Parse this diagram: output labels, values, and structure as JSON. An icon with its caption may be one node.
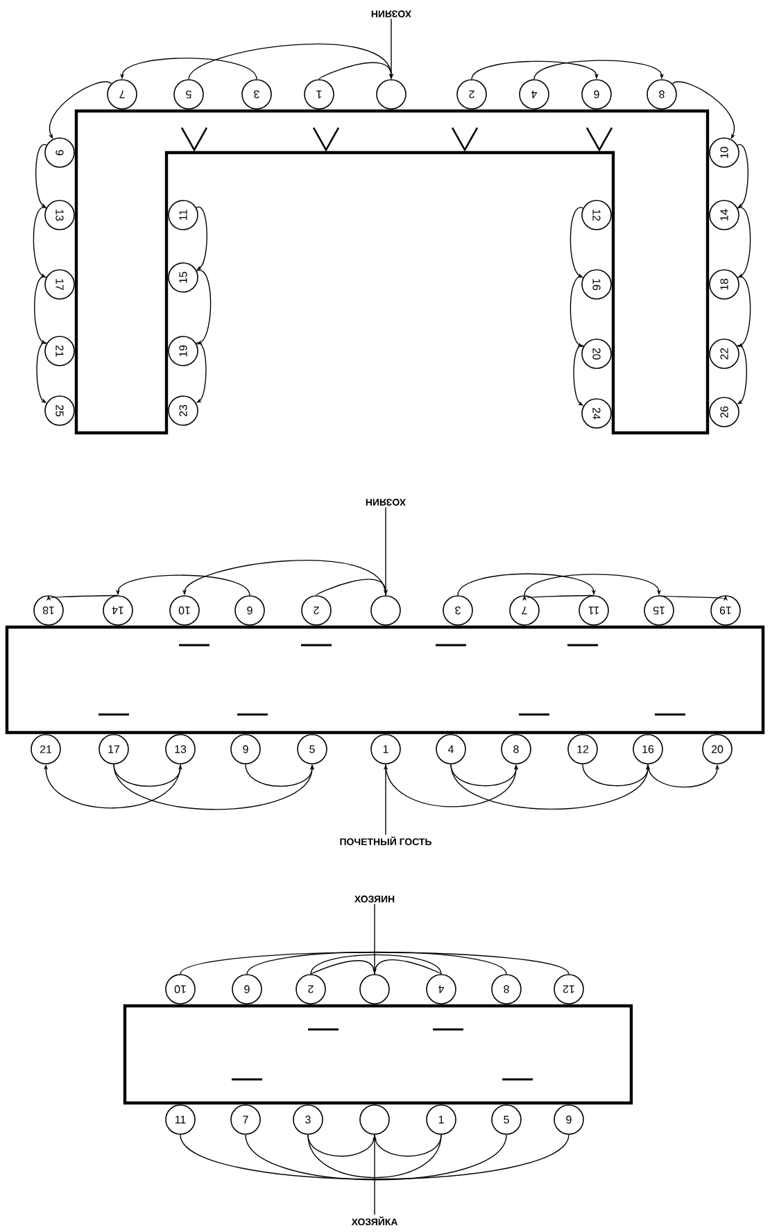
{
  "diagram": {
    "nodes": [
      {
        "text": [
          "ХОЗЯИН"
        ]
      },
      {
        "text": [
          "7"
        ]
      },
      {
        "text": [
          "5"
        ]
      },
      {
        "text": [
          "3"
        ]
      },
      {
        "text": [
          "1"
        ]
      },
      {
        "text": [],
        "shape": "circle"
      },
      {
        "text": [
          "2"
        ]
      },
      {
        "text": [
          "4"
        ]
      },
      {
        "text": [
          "6"
        ]
      },
      {
        "text": [
          "8"
        ]
      },
      {
        "text": [
          "9"
        ]
      },
      {
        "text": [
          "13"
        ]
      },
      {
        "text": [
          "17"
        ]
      },
      {
        "text": [
          "21"
        ]
      },
      {
        "text": [
          "25"
        ]
      },
      {
        "text": [
          "11"
        ]
      },
      {
        "text": [
          "15"
        ]
      },
      {
        "text": [
          "19"
        ]
      },
      {
        "text": [
          "23"
        ]
      },
      {
        "text": [
          "12"
        ]
      },
      {
        "text": [
          "16"
        ]
      },
      {
        "text": [
          "20"
        ]
      },
      {
        "text": [
          "24"
        ]
      },
      {
        "text": [
          "10"
        ]
      },
      {
        "text": [
          "14"
        ]
      },
      {
        "text": [
          "18"
        ]
      },
      {
        "text": [
          "22"
        ]
      },
      {
        "text": [
          "26"
        ]
      },
      {
        "text": [
          "ХОЗЯИН"
        ]
      },
      {
        "text": [
          "18"
        ]
      },
      {
        "text": [
          "14"
        ]
      },
      {
        "text": [
          "10"
        ]
      },
      {
        "text": [
          "6"
        ]
      },
      {
        "text": [
          "2"
        ]
      },
      {
        "text": [],
        "shape": "circle"
      },
      {
        "text": [
          "3"
        ]
      },
      {
        "text": [
          "7"
        ]
      },
      {
        "text": [
          "11"
        ]
      },
      {
        "text": [
          "15"
        ]
      },
      {
        "text": [
          "19"
        ]
      },
      {
        "text": [
          "21"
        ]
      },
      {
        "text": [
          "17"
        ]
      },
      {
        "text": [
          "13"
        ]
      },
      {
        "text": [
          "9"
        ]
      },
      {
        "text": [
          "5"
        ]
      },
      {
        "text": [
          "1"
        ]
      },
      {
        "text": [
          "4"
        ]
      },
      {
        "text": [
          "8"
        ]
      },
      {
        "text": [
          "12"
        ]
      },
      {
        "text": [
          "16"
        ]
      },
      {
        "text": [
          "20"
        ]
      },
      {
        "text": [
          "ПОЧЕТНЫЙ ГОСТЬ"
        ]
      },
      {
        "text": [
          "ХОЗЯИН"
        ]
      },
      {
        "text": [
          "10"
        ]
      },
      {
        "text": [
          "6"
        ]
      },
      {
        "text": [
          "2"
        ]
      },
      {
        "text": [],
        "shape": "circle"
      },
      {
        "text": [
          "4"
        ]
      },
      {
        "text": [
          "8"
        ]
      },
      {
        "text": [
          "12"
        ]
      },
      {
        "text": [
          "11"
        ]
      },
      {
        "text": [
          "7"
        ]
      },
      {
        "text": [
          "3"
        ]
      },
      {
        "text": [],
        "shape": "circle"
      },
      {
        "text": [
          "1"
        ]
      },
      {
        "text": [
          "5"
        ]
      },
      {
        "text": [
          "9"
        ]
      },
      {
        "text": [
          "ХОЗЯЙКА"
        ]
      }
    ],
    "edges": [
      {
        "from": 0,
        "to": 5,
        "arrow": "to"
      },
      {
        "from": 3,
        "to": 1,
        "arrow": "to"
      },
      {
        "from": 2,
        "to": 5,
        "arrow": "to"
      },
      {
        "from": 4,
        "to": 5,
        "arrow": "to"
      },
      {
        "from": 6,
        "to": 8,
        "arrow": "to"
      },
      {
        "from": 7,
        "to": 9,
        "arrow": "to"
      },
      {
        "from": 9,
        "to": 23,
        "arrow": "to"
      },
      {
        "from": 1,
        "to": 10,
        "arrow": "to"
      },
      {
        "from": 10,
        "to": 11,
        "arrow": "to"
      },
      {
        "from": 11,
        "to": 12,
        "arrow": "to"
      },
      {
        "from": 12,
        "to": 13,
        "arrow": "to"
      },
      {
        "from": 13,
        "to": 14,
        "arrow": "to"
      },
      {
        "from": 15,
        "to": 16,
        "arrow": "to"
      },
      {
        "from": 16,
        "to": 17,
        "arrow": "to"
      },
      {
        "from": 17,
        "to": 18,
        "arrow": "to"
      },
      {
        "from": 19,
        "to": 20,
        "arrow": "to"
      },
      {
        "from": 20,
        "to": 21,
        "arrow": "to"
      },
      {
        "from": 21,
        "to": 22,
        "arrow": "to"
      },
      {
        "from": 23,
        "to": 24,
        "arrow": "to"
      },
      {
        "from": 24,
        "to": 25,
        "arrow": "to"
      },
      {
        "from": 25,
        "to": 26,
        "arrow": "to"
      },
      {
        "from": 26,
        "to": 27,
        "arrow": "to"
      },
      {
        "from": 28,
        "to": 34,
        "arrow": "to"
      },
      {
        "from": 30,
        "to": 29,
        "arrow": "to"
      },
      {
        "from": 32,
        "to": 30,
        "arrow": "to"
      },
      {
        "from": 34,
        "to": 31,
        "arrow": "to"
      },
      {
        "from": 33,
        "to": 34,
        "arrow": "to"
      },
      {
        "from": 35,
        "to": 37,
        "arrow": "to"
      },
      {
        "from": 37,
        "to": 36,
        "arrow": "to"
      },
      {
        "from": 36,
        "to": 38,
        "arrow": "to"
      },
      {
        "from": 38,
        "to": 39,
        "arrow": "to"
      },
      {
        "from": 42,
        "to": 40,
        "arrow": "to"
      },
      {
        "from": 41,
        "to": 42,
        "arrow": "to"
      },
      {
        "from": 41,
        "to": 44,
        "arrow": "to"
      },
      {
        "from": 43,
        "to": 44,
        "arrow": "to"
      },
      {
        "from": 45,
        "to": 47,
        "arrow": "to"
      },
      {
        "from": 46,
        "to": 47,
        "arrow": "to"
      },
      {
        "from": 46,
        "to": 49,
        "arrow": "to"
      },
      {
        "from": 48,
        "to": 49,
        "arrow": "to"
      },
      {
        "from": 49,
        "to": 50,
        "arrow": "to"
      },
      {
        "from": 51,
        "to": 45,
        "arrow": "to"
      },
      {
        "from": 52,
        "to": 56,
        "arrow": "to"
      },
      {
        "from": 53,
        "to": 59,
        "arrow": "none"
      },
      {
        "from": 54,
        "to": 58,
        "arrow": "none"
      },
      {
        "from": 55,
        "to": 57,
        "arrow": "none"
      },
      {
        "from": 55,
        "to": 56,
        "arrow": "none"
      },
      {
        "from": 56,
        "to": 57,
        "arrow": "none"
      },
      {
        "from": 60,
        "to": 66,
        "arrow": "none"
      },
      {
        "from": 61,
        "to": 65,
        "arrow": "none"
      },
      {
        "from": 62,
        "to": 64,
        "arrow": "none"
      },
      {
        "from": 62,
        "to": 63,
        "arrow": "none"
      },
      {
        "from": 63,
        "to": 64,
        "arrow": "none"
      },
      {
        "from": 67,
        "to": 63,
        "arrow": "to"
      }
    ]
  }
}
